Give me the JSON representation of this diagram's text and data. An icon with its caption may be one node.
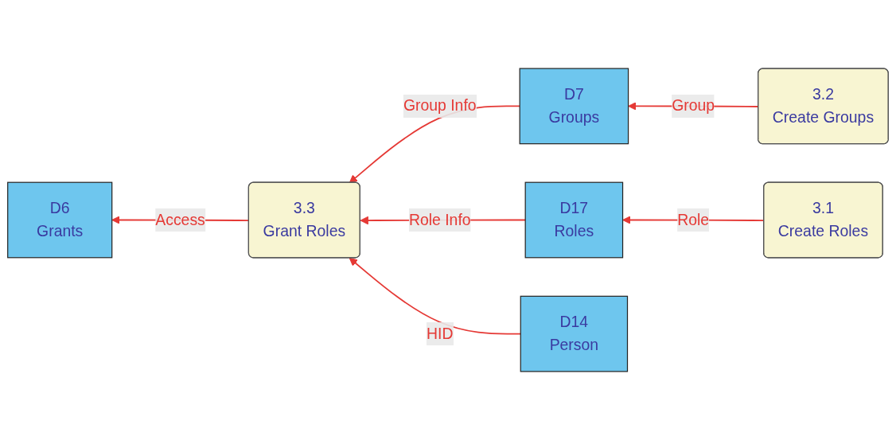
{
  "diagram": {
    "nodes": [
      {
        "text": [
          "3.1",
          "Create Roles"
        ]
      },
      {
        "text": [
          "D17",
          "Roles"
        ]
      },
      {
        "text": [
          "3.2",
          "Create Groups"
        ]
      },
      {
        "text": [
          "D7",
          "Groups"
        ]
      },
      {
        "text": [
          "3.3",
          "Grant Roles"
        ]
      },
      {
        "text": [
          "D14",
          "Person"
        ]
      },
      {
        "text": [
          "D6",
          "Grants"
        ]
      }
    ],
    "edges": [
      {
        "from": 0,
        "to": 1,
        "label": "Role",
        "arrow": "to"
      },
      {
        "from": 2,
        "to": 3,
        "label": "Group",
        "arrow": "to"
      },
      {
        "from": 3,
        "to": 4,
        "label": "Group Info",
        "arrow": "to"
      },
      {
        "from": 1,
        "to": 4,
        "label": "Role Info",
        "arrow": "to"
      },
      {
        "from": 5,
        "to": 4,
        "label": "HID",
        "arrow": "to"
      },
      {
        "from": 4,
        "to": 6,
        "label": "Access",
        "arrow": "to"
      }
    ]
  }
}
